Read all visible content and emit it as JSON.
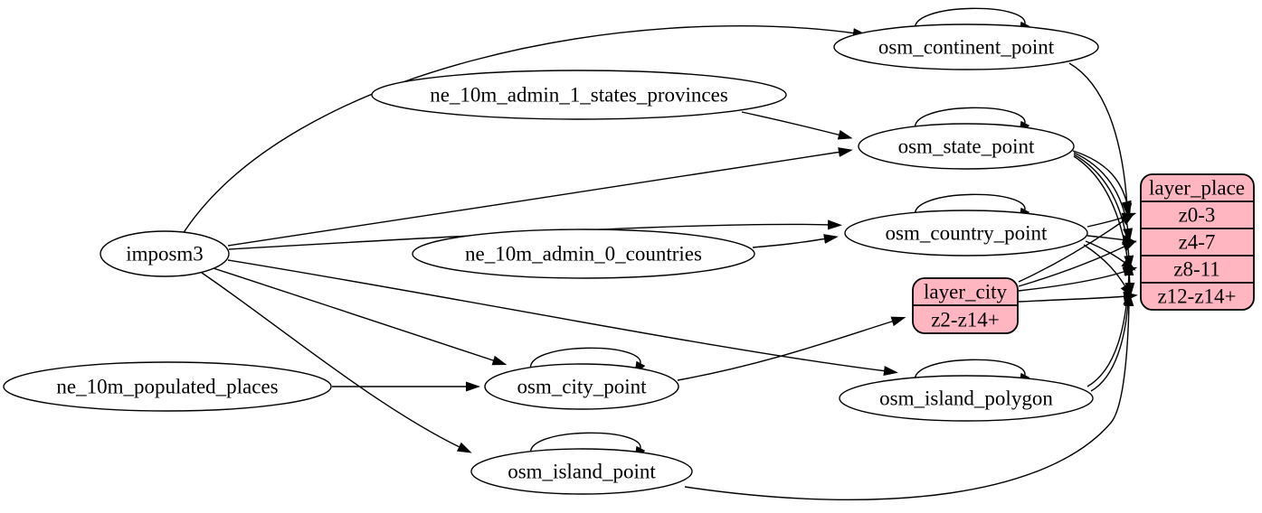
{
  "diagram": {
    "kind": "etl-graph",
    "colors": {
      "record_fill": "#ffb6c1",
      "stroke": "#000000",
      "text": "#000000",
      "background": "#ffffff"
    },
    "nodes": {
      "imposm3": {
        "label": "imposm3",
        "shape": "ellipse"
      },
      "ne_10m_admin_1_states_provinces": {
        "label": "ne_10m_admin_1_states_provinces",
        "shape": "ellipse"
      },
      "ne_10m_admin_0_countries": {
        "label": "ne_10m_admin_0_countries",
        "shape": "ellipse"
      },
      "ne_10m_populated_places": {
        "label": "ne_10m_populated_places",
        "shape": "ellipse"
      },
      "osm_continent_point": {
        "label": "osm_continent_point",
        "shape": "ellipse"
      },
      "osm_state_point": {
        "label": "osm_state_point",
        "shape": "ellipse"
      },
      "osm_country_point": {
        "label": "osm_country_point",
        "shape": "ellipse"
      },
      "osm_city_point": {
        "label": "osm_city_point",
        "shape": "ellipse"
      },
      "osm_island_polygon": {
        "label": "osm_island_polygon",
        "shape": "ellipse"
      },
      "osm_island_point": {
        "label": "osm_island_point",
        "shape": "ellipse"
      },
      "layer_city": {
        "label": "layer_city",
        "shape": "record",
        "rows": [
          "z2-z14+"
        ]
      },
      "layer_place": {
        "label": "layer_place",
        "shape": "record",
        "rows": [
          "z0-3",
          "z4-7",
          "z8-11",
          "z12-z14+"
        ]
      }
    },
    "edges": [
      {
        "from": "imposm3",
        "to": "osm_continent_point"
      },
      {
        "from": "imposm3",
        "to": "osm_state_point"
      },
      {
        "from": "imposm3",
        "to": "osm_country_point"
      },
      {
        "from": "imposm3",
        "to": "osm_city_point"
      },
      {
        "from": "imposm3",
        "to": "osm_island_polygon"
      },
      {
        "from": "imposm3",
        "to": "osm_island_point"
      },
      {
        "from": "ne_10m_admin_1_states_provinces",
        "to": "osm_state_point"
      },
      {
        "from": "ne_10m_admin_0_countries",
        "to": "osm_country_point"
      },
      {
        "from": "ne_10m_populated_places",
        "to": "osm_city_point"
      },
      {
        "from": "osm_continent_point",
        "to": "osm_continent_point"
      },
      {
        "from": "osm_state_point",
        "to": "osm_state_point"
      },
      {
        "from": "osm_country_point",
        "to": "osm_country_point"
      },
      {
        "from": "osm_city_point",
        "to": "osm_city_point"
      },
      {
        "from": "osm_island_polygon",
        "to": "osm_island_polygon"
      },
      {
        "from": "osm_island_point",
        "to": "osm_island_point"
      },
      {
        "from": "osm_city_point",
        "to": "layer_city:z2-z14+"
      },
      {
        "from": "osm_continent_point",
        "to": "layer_place:z0-3"
      },
      {
        "from": "osm_state_point",
        "to": "layer_place:z0-3"
      },
      {
        "from": "osm_state_point",
        "to": "layer_place:z4-7"
      },
      {
        "from": "osm_state_point",
        "to": "layer_place:z8-11"
      },
      {
        "from": "osm_state_point",
        "to": "layer_place:z12-z14+"
      },
      {
        "from": "osm_country_point",
        "to": "layer_place:z0-3"
      },
      {
        "from": "osm_country_point",
        "to": "layer_place:z4-7"
      },
      {
        "from": "osm_country_point",
        "to": "layer_place:z8-11"
      },
      {
        "from": "osm_country_point",
        "to": "layer_place:z12-z14+"
      },
      {
        "from": "layer_city",
        "to": "layer_place:z0-3"
      },
      {
        "from": "layer_city",
        "to": "layer_place:z4-7"
      },
      {
        "from": "layer_city",
        "to": "layer_place:z8-11"
      },
      {
        "from": "layer_city",
        "to": "layer_place:z12-z14+"
      },
      {
        "from": "osm_island_polygon",
        "to": "layer_place:z8-11"
      },
      {
        "from": "osm_island_polygon",
        "to": "layer_place:z12-z14+"
      },
      {
        "from": "osm_island_point",
        "to": "layer_place:z12-z14+"
      }
    ]
  }
}
